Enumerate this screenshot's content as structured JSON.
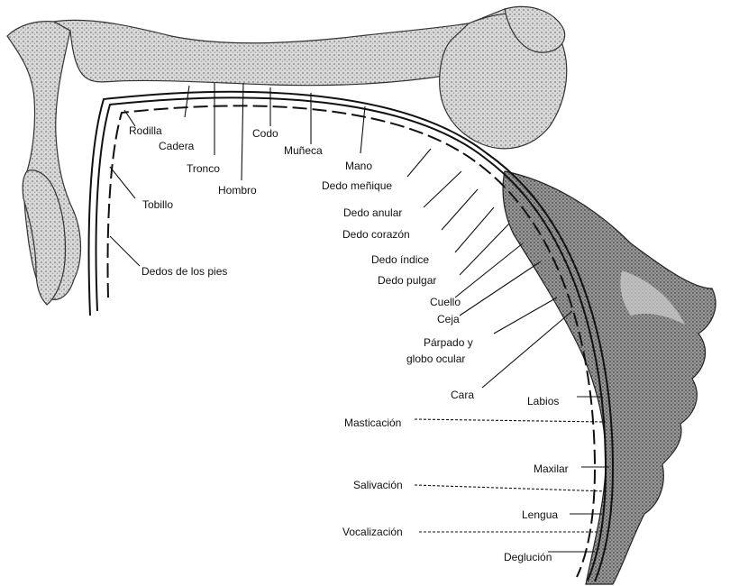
{
  "diagram": {
    "labels": {
      "rodilla": "Rodilla",
      "cadera": "Cadera",
      "tronco": "Tronco",
      "hombro": "Hombro",
      "codo": "Codo",
      "muneca": "Muñeca",
      "mano": "Mano",
      "dedo_menique": "Dedo meñique",
      "tobillo": "Tobillo",
      "dedo_anular": "Dedo anular",
      "dedo_corazon": "Dedo corazón",
      "dedo_indice": "Dedo índice",
      "dedo_pulgar": "Dedo pulgar",
      "dedos_pies": "Dedos de los pies",
      "cuello": "Cuello",
      "ceja": "Ceja",
      "parpado_1": "Párpado y",
      "parpado_2": "globo ocular",
      "cara": "Cara",
      "labios": "Labios",
      "masticacion": "Masticación",
      "maxilar": "Maxilar",
      "salivacion": "Salivación",
      "lengua": "Lengua",
      "vocalizacion": "Vocalización",
      "deglucion": "Deglución"
    }
  },
  "colors": {
    "ink": "#111111",
    "shade": "#6f6f6f",
    "skin_light": "#e4e4e4",
    "skin_mid": "#b8b8b8"
  }
}
